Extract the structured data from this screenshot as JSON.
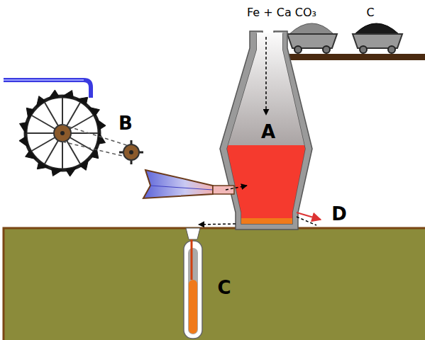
{
  "diagram": {
    "labels": [
      "Fe + Ca CO₃",
      "C",
      "A",
      "B",
      "C",
      "D"
    ]
  }
}
